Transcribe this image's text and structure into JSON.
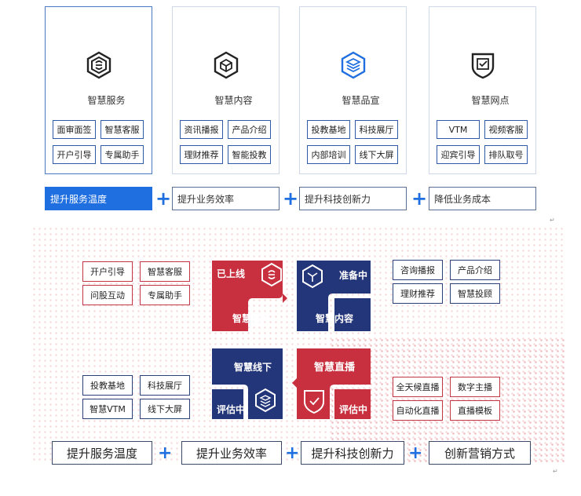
{
  "top": {
    "cards": [
      {
        "title": "智慧服务",
        "icon": "hexagon-e-icon",
        "tags": [
          "面审面签",
          "智慧客服",
          "开户引导",
          "专属助手"
        ]
      },
      {
        "title": "智慧内容",
        "icon": "hexagon-cube-icon",
        "tags": [
          "资讯播报",
          "产品介绍",
          "理财推荐",
          "智能投教"
        ]
      },
      {
        "title": "智慧品宣",
        "icon": "hexagon-layers-icon",
        "tags": [
          "投教基地",
          "科技展厅",
          "内部培训",
          "线下大屏"
        ]
      },
      {
        "title": "智慧网点",
        "icon": "shield-check-icon",
        "tags": [
          "VTM",
          "视频客服",
          "迎宾引导",
          "排队取号"
        ]
      }
    ],
    "goals": [
      "提升服务温度",
      "提升业务效率",
      "提升科技创新力",
      "降低业务成本"
    ],
    "plus": "+"
  },
  "bottom": {
    "left_top_tags": [
      "开户引导",
      "智慧客服",
      "问股互动",
      "专属助手"
    ],
    "right_top_tags": [
      "咨询播报",
      "产品介绍",
      "理财推荐",
      "智慧投顾"
    ],
    "left_bottom_tags": [
      "投教基地",
      "科技展厅",
      "智慧VTM",
      "线下大屏"
    ],
    "right_bottom_tags": [
      "全天候直播",
      "数字主播",
      "自动化直播",
      "直播模板"
    ],
    "quadrants": {
      "tl": {
        "title": "智慧服务",
        "status": "已上线"
      },
      "tr": {
        "title": "智慧内容",
        "status": "准备中"
      },
      "bl": {
        "title": "智慧线下",
        "status": "评估中"
      },
      "br": {
        "title": "智慧直播",
        "status": "评估中"
      }
    },
    "goals": [
      "提升服务温度",
      "提升业务效率",
      "提升科技创新力",
      "创新营销方式"
    ],
    "plus": "+",
    "mark": "↵"
  },
  "colors": {
    "blue": "#1f6fe0",
    "red": "#c8303f",
    "navy": "#2b3f7a"
  }
}
